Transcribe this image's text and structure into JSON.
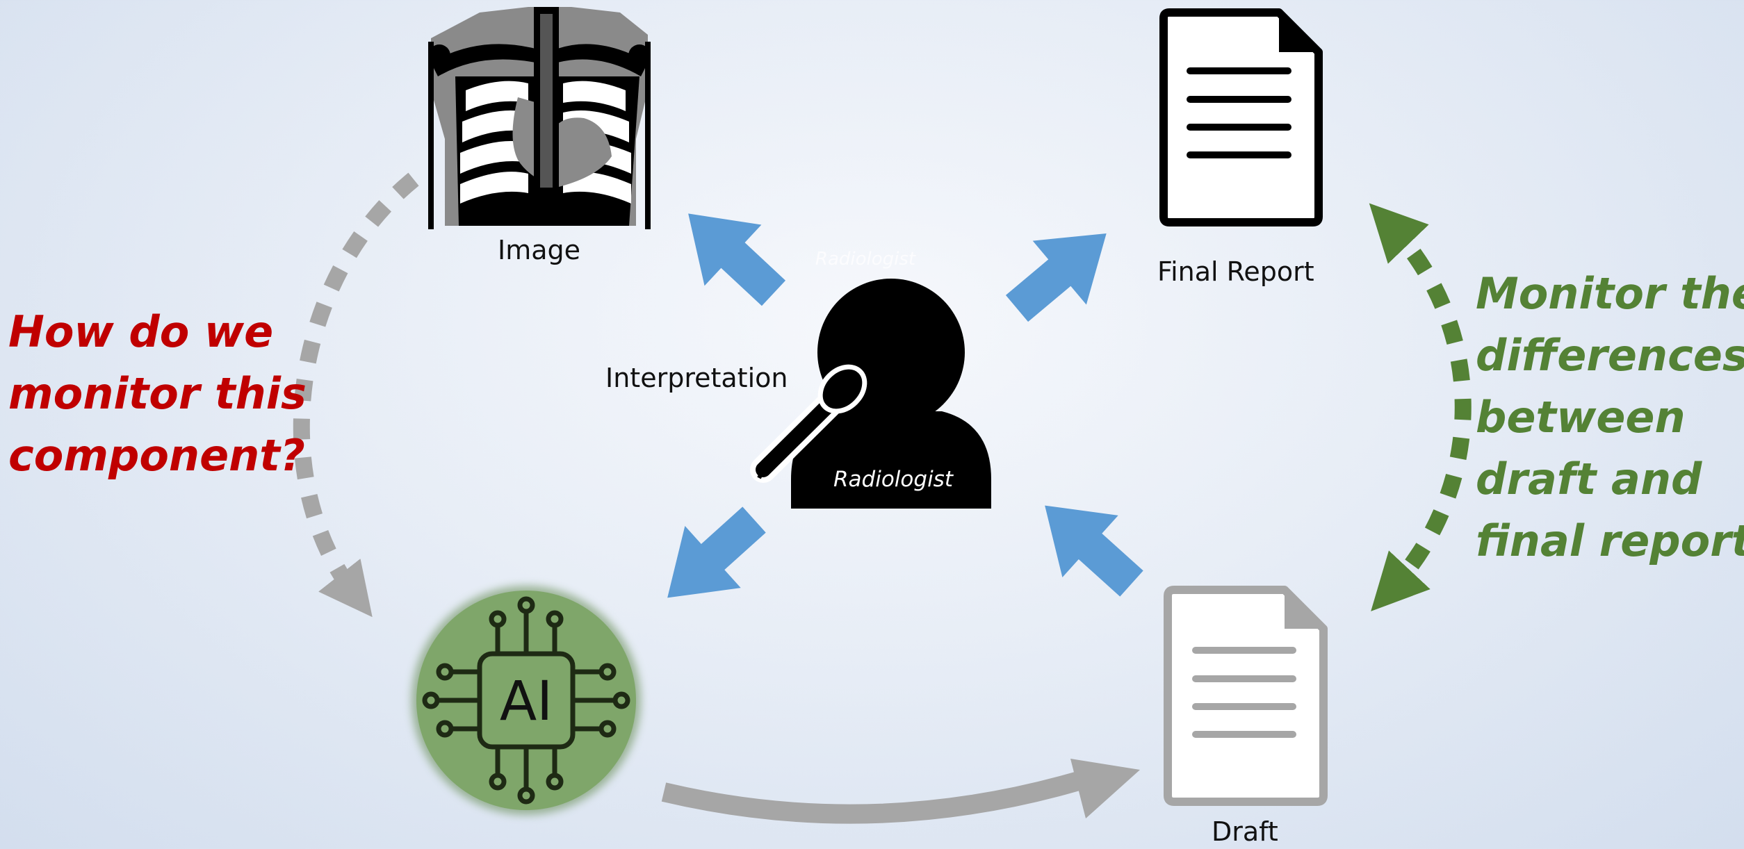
{
  "nodes": {
    "image": "Image",
    "final_report": "Final Report",
    "draft": "Draft",
    "interpretation": "Interpretation",
    "radiologist": "Radiologist",
    "radiologist_faint": "Radiologist",
    "ai": "AI"
  },
  "questions": {
    "left": [
      "How do we",
      "monitor this",
      "component?"
    ],
    "right": [
      "Monitor the",
      "differences",
      "between",
      "draft and",
      "final report"
    ]
  },
  "colors": {
    "blue_arrow": "#5b9bd5",
    "gray_arrow": "#a6a6a6",
    "green_arrow": "#548235",
    "question_red": "#c00000",
    "question_green": "#548235",
    "ai_circle": "#7fa66a"
  }
}
